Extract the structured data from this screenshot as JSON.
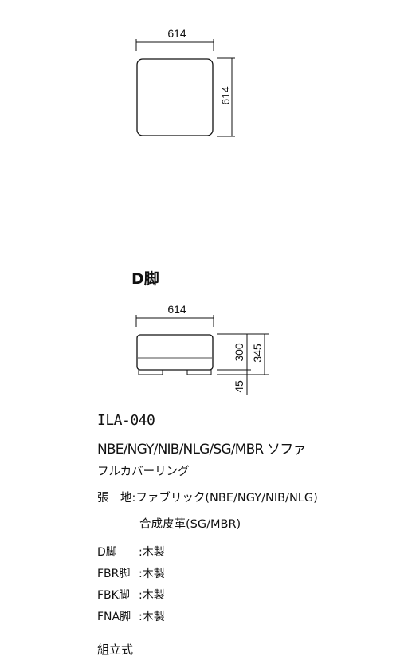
{
  "top_view": {
    "width_dim": "614",
    "depth_dim": "614"
  },
  "side_view": {
    "title": "D脚",
    "width_dim": "614",
    "seat_height_dim": "300",
    "total_height_dim": "345",
    "leg_height_dim": "45"
  },
  "spec": {
    "model_code": "ILA-040",
    "colors_and_type": "NBE/NGY/NIB/NLG/SG/MBR ソファ",
    "cover_type": "フルカバーリング",
    "upholstery_label": "張　地",
    "upholstery_fabric": ":ファブリック(NBE/NGY/NIB/NLG)",
    "upholstery_leather": "合成皮革(SG/MBR)",
    "legs": [
      {
        "name": "D脚",
        "material": ":木製"
      },
      {
        "name": "FBR脚",
        "material": ":木製"
      },
      {
        "name": "FBK脚",
        "material": ":木製"
      },
      {
        "name": "FNA脚",
        "material": ":木製"
      }
    ],
    "assembly": "組立式"
  }
}
